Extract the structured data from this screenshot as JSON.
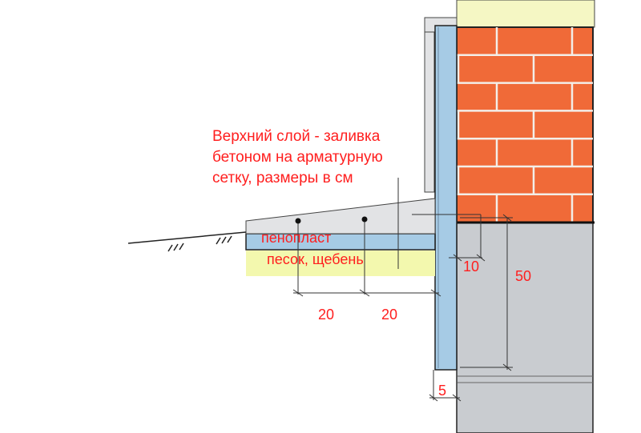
{
  "colors": {
    "brick": "#f06a38",
    "mortar": "#f3eee8",
    "foundation": "#c9ccd0",
    "insulation": "#a6cbe5",
    "concrete_slab": "#e2e3e5",
    "sand_layer": "#f3f8ae",
    "label_red": "#ff1e1e",
    "line": "#222222"
  },
  "labels": {
    "callout_lines": [
      "Верхний слой - заливка",
      "бетоном на арматурную",
      "сетку, размеры в см"
    ],
    "foam": "пенопласт",
    "sand": "песок, щебень"
  },
  "dimensions": {
    "spacing_1": "20",
    "spacing_2": "20",
    "gap": "10",
    "height": "50",
    "insulation_thickness": "5"
  }
}
